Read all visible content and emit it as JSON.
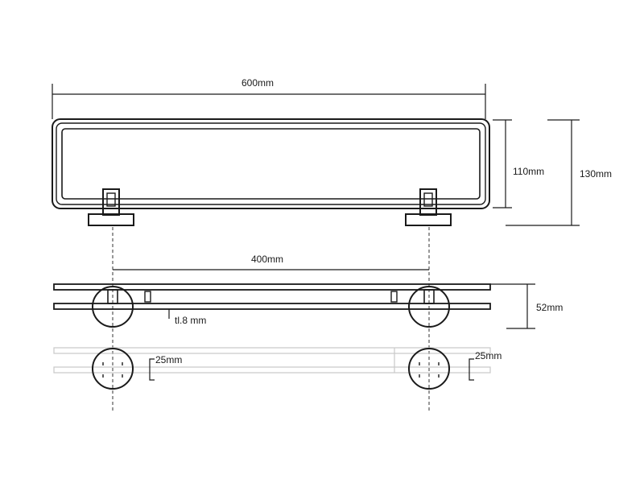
{
  "dimensions": {
    "overall_length": "600mm",
    "frame_height": "110mm",
    "total_height": "130mm",
    "bracket_spacing": "400mm",
    "depth": "52mm",
    "glass_thickness": "tl.8 mm",
    "bracket_diameter_left": "25mm",
    "bracket_diameter_right": "25mm"
  },
  "colors": {
    "line": "#1a1a1a",
    "background": "#ffffff"
  }
}
